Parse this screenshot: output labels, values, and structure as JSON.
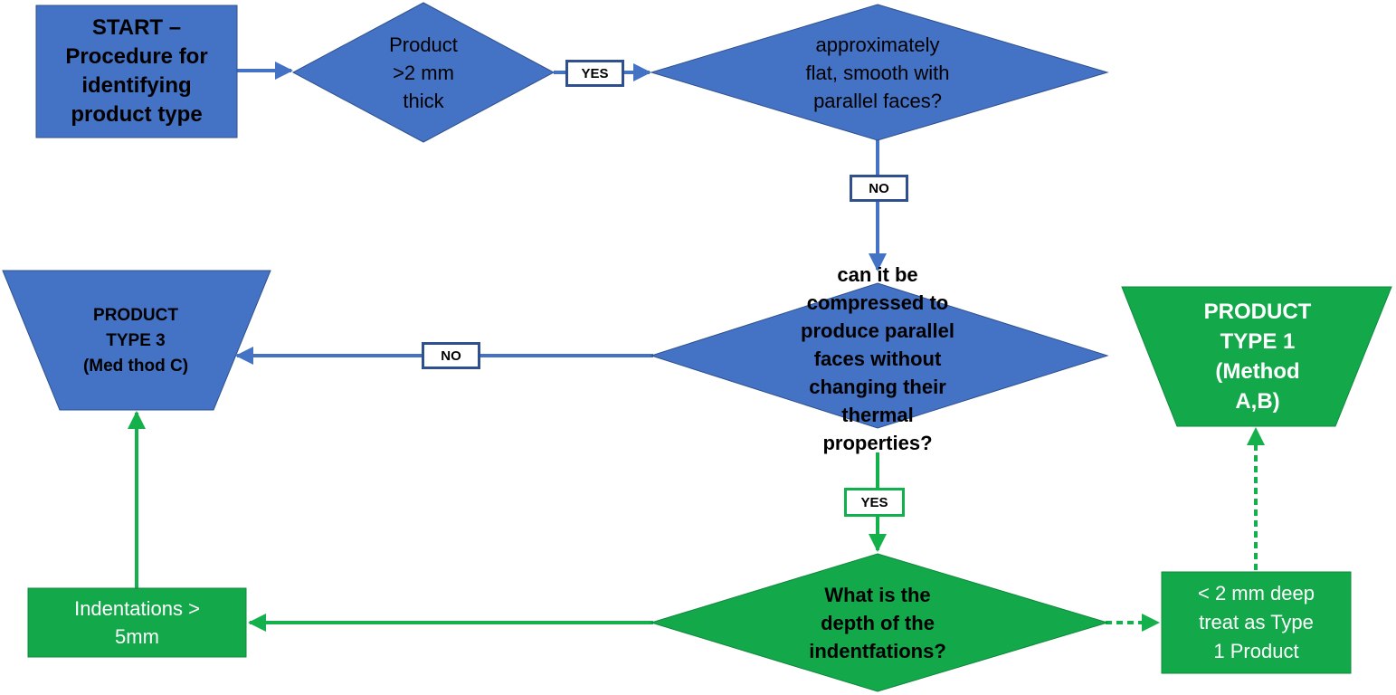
{
  "colors": {
    "blue_fill": "#4472c4",
    "green_fill": "#13a84a",
    "blue_line": "#4472c4",
    "green_line": "#13b04c"
  },
  "start": {
    "lines": [
      "START –",
      "Procedure for",
      "identifying",
      "product type"
    ]
  },
  "decision_thickness": {
    "lines": [
      "Product",
      ">2 mm",
      "thick"
    ]
  },
  "decision_flat": {
    "lines": [
      "approximately",
      "flat, smooth with",
      "parallel faces?"
    ]
  },
  "decision_compress": {
    "lines": [
      "can it be",
      "compressed to",
      "produce parallel",
      "faces without",
      "changing their",
      "thermal",
      "properties?"
    ]
  },
  "decision_depth": {
    "lines": [
      "What is the",
      "depth of the",
      "indentfations?"
    ]
  },
  "product_type3": {
    "lines": [
      "PRODUCT",
      "TYPE 3",
      "(Med thod C)"
    ]
  },
  "product_type1": {
    "lines": [
      "PRODUCT",
      "TYPE 1",
      "(Method",
      "A,B)"
    ]
  },
  "indent_large": {
    "lines": [
      "Indentations >",
      "5mm"
    ]
  },
  "indent_small": {
    "lines": [
      "< 2 mm deep",
      "treat as Type",
      "1 Product"
    ]
  },
  "labels": {
    "yes_thickness": "YES",
    "no_flat": "NO",
    "no_compress": "NO",
    "yes_compress": "YES"
  }
}
